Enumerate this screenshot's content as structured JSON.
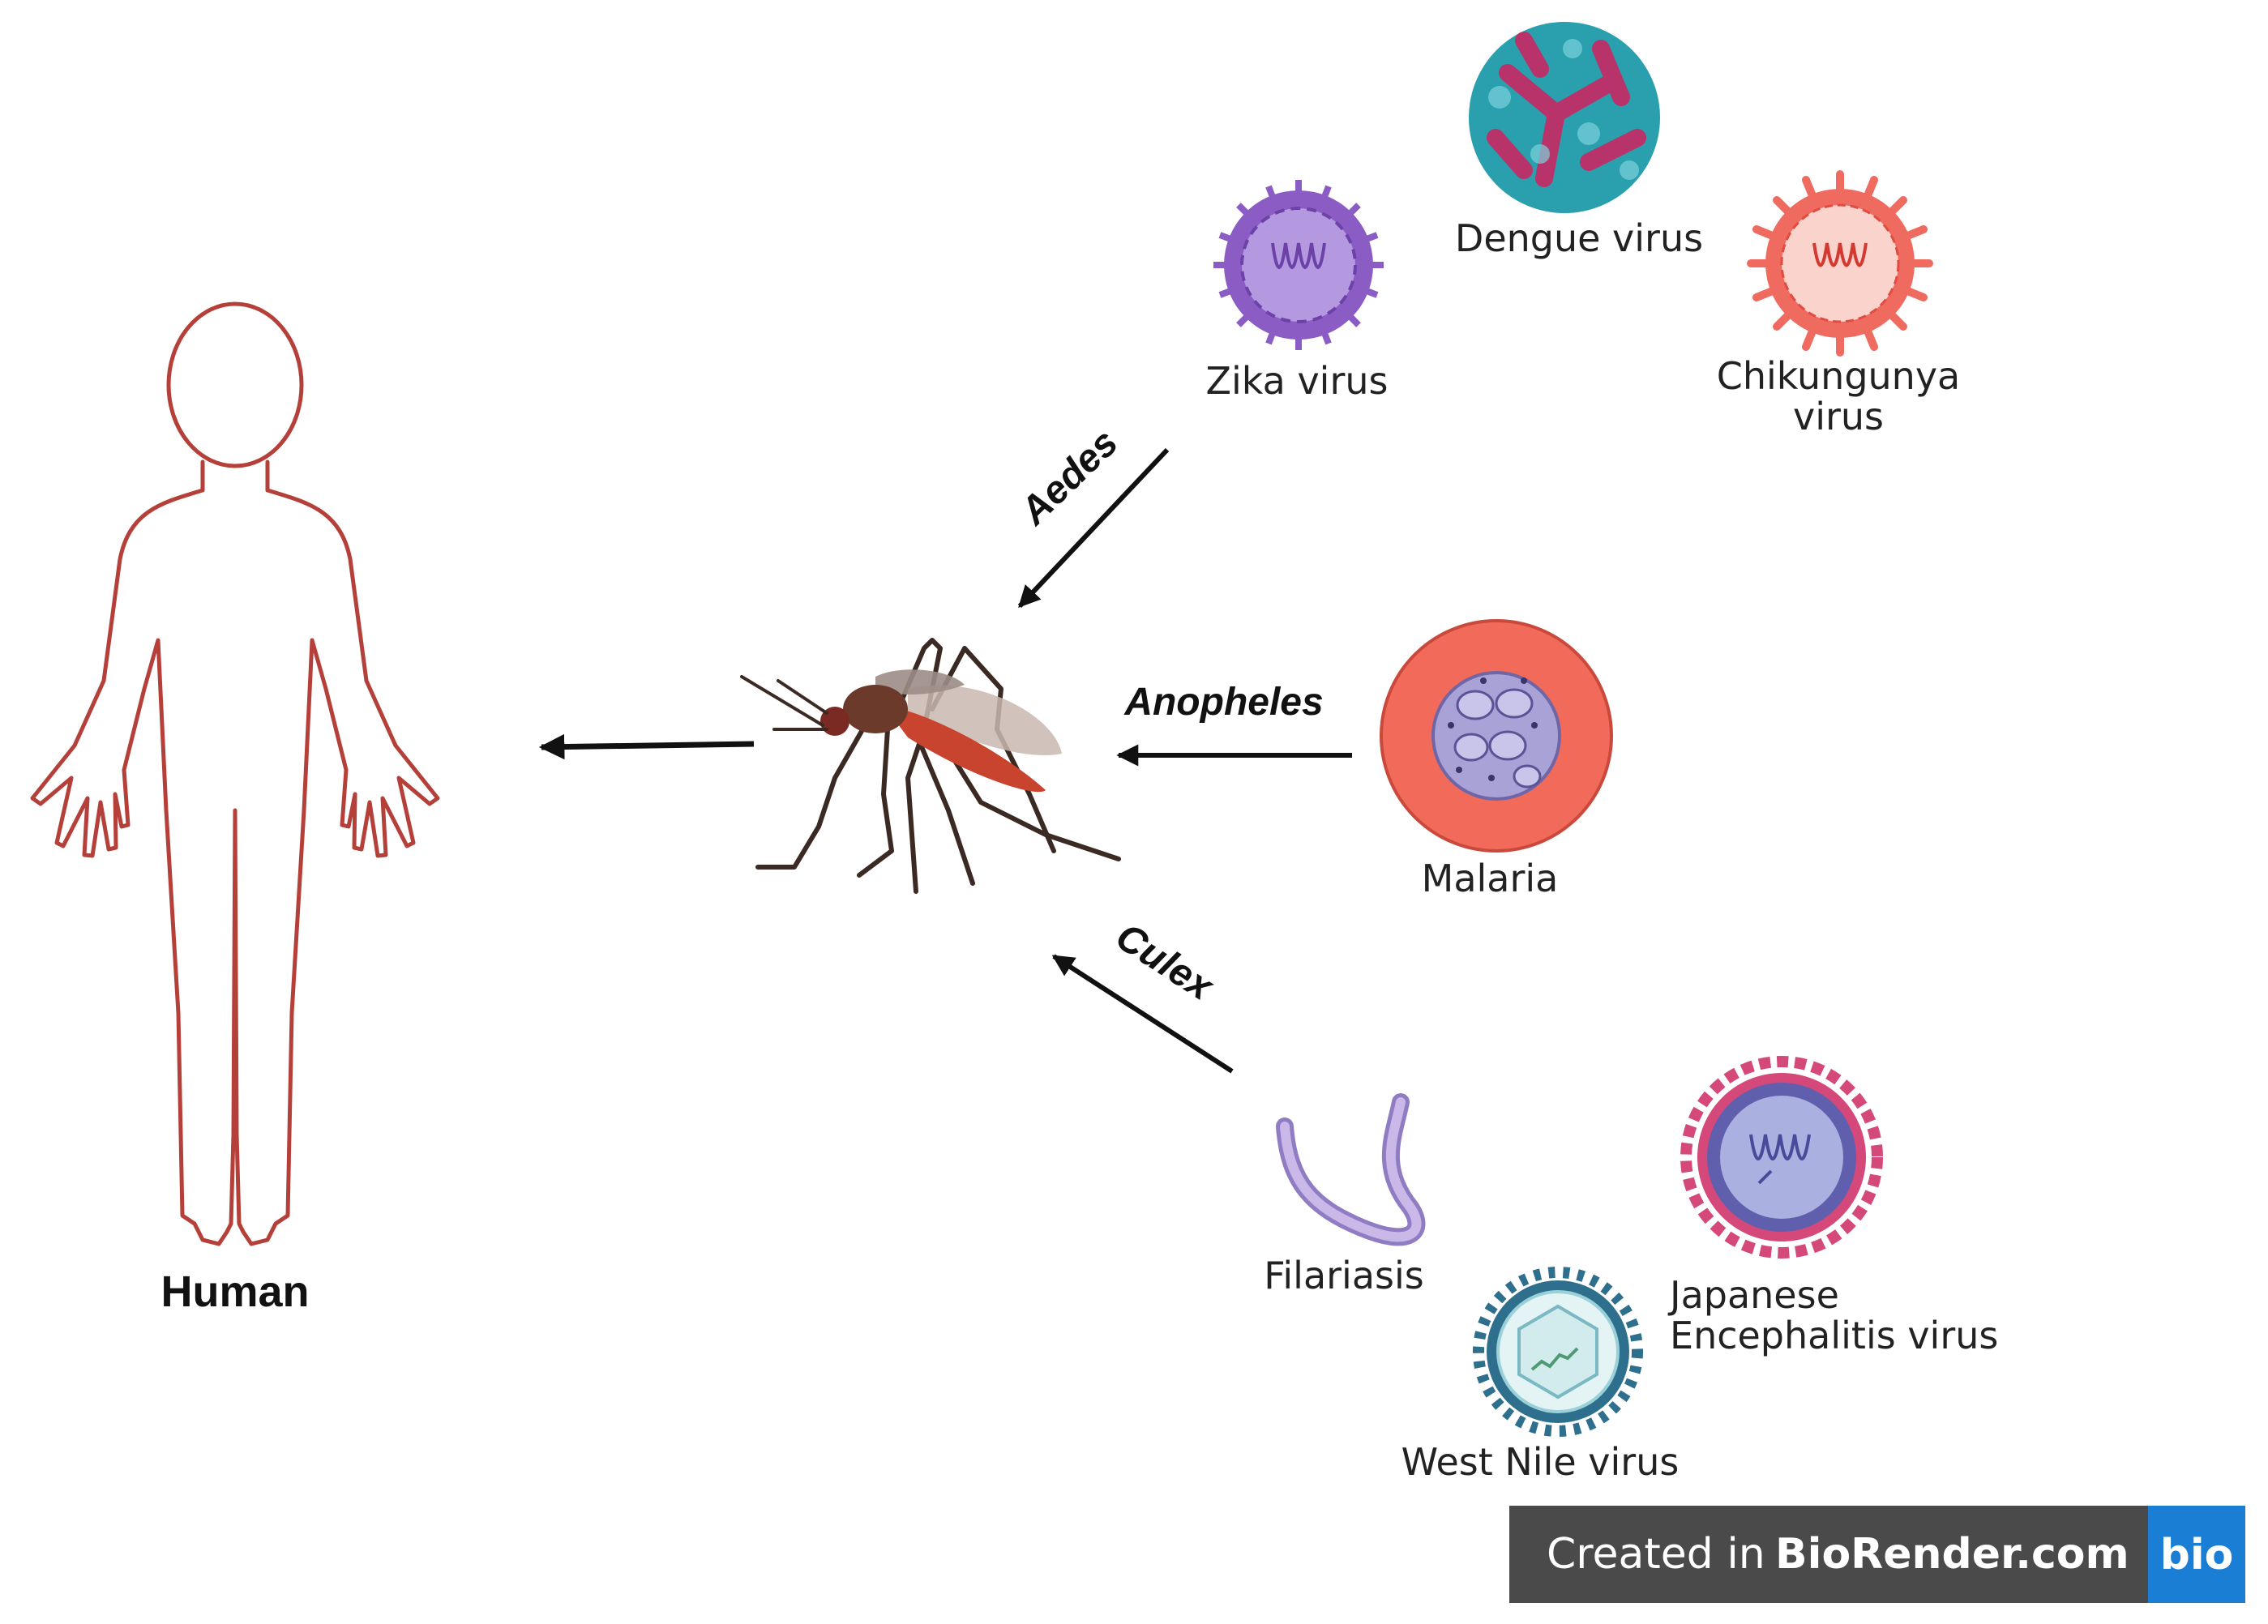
{
  "labels": {
    "human": "Human",
    "dengue": "Dengue virus",
    "zika": "Zika virus",
    "chikungunya_line1": "Chikungunya",
    "chikungunya_line2": "virus",
    "malaria": "Malaria",
    "filariasis": "Filariasis",
    "japanese_line1": "Japanese",
    "japanese_line2": "Encephalitis virus",
    "west_nile": "West Nile virus"
  },
  "vectors": {
    "aedes": "Aedes",
    "anopheles": "Anopheles",
    "culex": "Culex"
  },
  "watermark": {
    "created_in": "Created in",
    "brand": "BioRender.com",
    "logo": "bio"
  },
  "colors": {
    "human_outline": "#b5403a",
    "arrow": "#111111",
    "zika": "#8a5cc4",
    "dengue_base": "#2a9fae",
    "dengue_accent": "#b8336a",
    "chikungunya": "#ef6a5f",
    "malaria_cell": "#f26a5a",
    "malaria_parasite": "#a9a2d6",
    "filaria": "#b9a6dc",
    "japanese_ring": "#d4487a",
    "japanese_core": "#5f5fae",
    "west_nile": "#2e6f8e",
    "watermark_bg": "#4a4a4a",
    "watermark_logo_bg": "#1a7fd4"
  }
}
